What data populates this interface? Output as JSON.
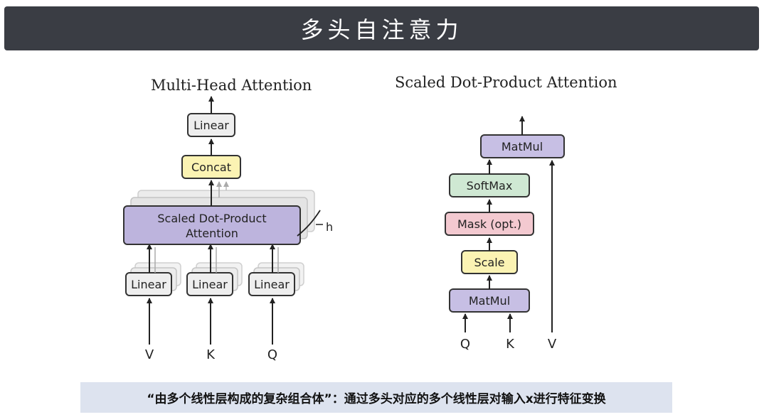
{
  "banner": {
    "title": "多头自注意力"
  },
  "multi_head": {
    "title": "Multi-Head Attention",
    "linear_top": "Linear",
    "concat": "Concat",
    "sdpa_line1": "Scaled Dot-Product",
    "sdpa_line2": "Attention",
    "h_label": "h",
    "linear_inputs": [
      "Linear",
      "Linear",
      "Linear"
    ],
    "inputs": [
      "V",
      "K",
      "Q"
    ]
  },
  "scaled_dot": {
    "title": "Scaled Dot-Product Attention",
    "matmul_top": "MatMul",
    "softmax": "SoftMax",
    "mask": "Mask (opt.)",
    "scale": "Scale",
    "matmul_bottom": "MatMul",
    "inputs": [
      "Q",
      "K",
      "V"
    ]
  },
  "colors": {
    "linear": "#eeeeee",
    "concat": "#fbf3b3",
    "sdpa": "#bdb4dd",
    "softmax": "#cfe8d3",
    "mask": "#f3c9d0",
    "scale": "#fbf3b3",
    "matmul": "#c7bfe4"
  },
  "caption": {
    "text": "“由多个线性层构成的复杂组合体”：通过多头对应的多个线性层对输入x进行特征变换"
  }
}
